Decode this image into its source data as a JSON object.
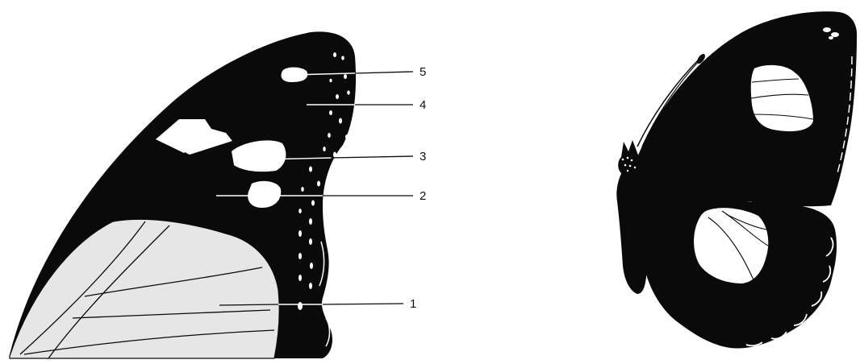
{
  "colors": {
    "ink": "#0a0a0a",
    "pale_patch": "#e6e6e6",
    "paper": "#ffffff"
  },
  "callouts": [
    {
      "label": "5"
    },
    {
      "label": "4"
    },
    {
      "label": "3"
    },
    {
      "label": "2"
    },
    {
      "label": "1"
    }
  ]
}
